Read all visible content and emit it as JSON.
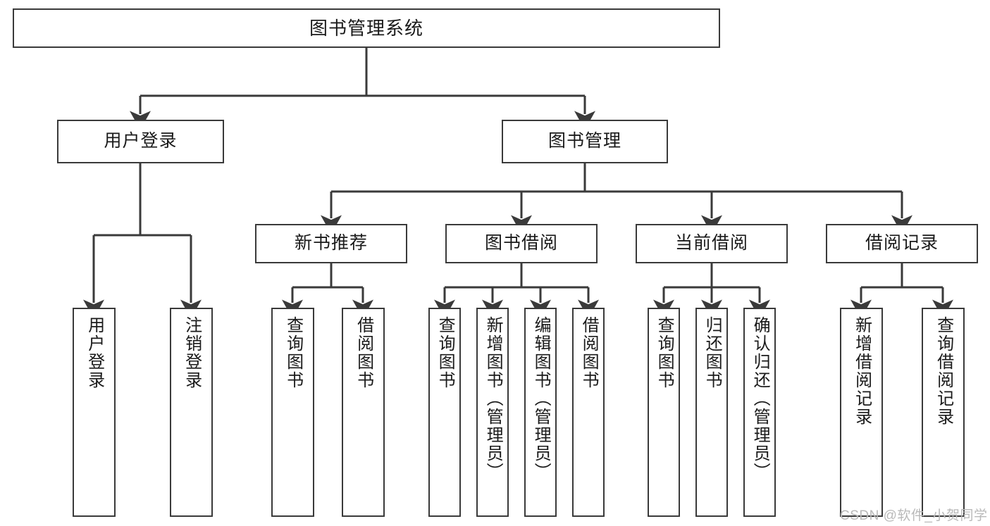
{
  "diagram": {
    "title": "图书管理系统",
    "type": "hierarchy-tree",
    "watermark": "CSDN @软件_小贺同学",
    "colors": {
      "stroke": "#3a3a3a",
      "fill": "#ffffff",
      "text": "#1a1a1a",
      "watermark": "#b9b9b9"
    },
    "root": {
      "label": "图书管理系统"
    },
    "level2": [
      {
        "label": "用户登录"
      },
      {
        "label": "图书管理"
      }
    ],
    "level3": [
      {
        "label": "新书推荐"
      },
      {
        "label": "图书借阅"
      },
      {
        "label": "当前借阅"
      },
      {
        "label": "借阅记录"
      }
    ],
    "leaves": [
      {
        "label": "用户登录",
        "parent": "用户登录"
      },
      {
        "label": "注销登录",
        "parent": "用户登录"
      },
      {
        "label": "查询图书",
        "parent": "新书推荐"
      },
      {
        "label": "借阅图书",
        "parent": "新书推荐"
      },
      {
        "label": "查询图书",
        "parent": "图书借阅"
      },
      {
        "label": "新增图书（管理员）",
        "parent": "图书借阅"
      },
      {
        "label": "编辑图书（管理员）",
        "parent": "图书借阅"
      },
      {
        "label": "借阅图书",
        "parent": "图书借阅"
      },
      {
        "label": "查询图书",
        "parent": "当前借阅"
      },
      {
        "label": "归还图书",
        "parent": "当前借阅"
      },
      {
        "label": "确认归还（管理员）",
        "parent": "当前借阅"
      },
      {
        "label": "新增借阅记录",
        "parent": "借阅记录"
      },
      {
        "label": "查询借阅记录",
        "parent": "借阅记录"
      }
    ]
  }
}
